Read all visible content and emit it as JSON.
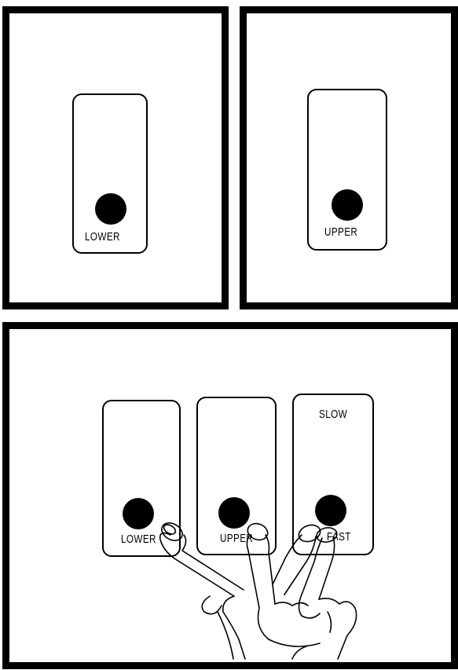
{
  "panels": {
    "top_left": {
      "label": "LOWER"
    },
    "top_right": {
      "label": "UPPER"
    },
    "bottom": {
      "lower_label": "LOWER",
      "upper_label": "UPPER",
      "slow_label": "SLOW",
      "fast_label": "FAST"
    }
  },
  "icons": [
    "push-button",
    "hand-icon"
  ],
  "colors": {
    "ink": "#000000",
    "paper": "#ffffff"
  }
}
